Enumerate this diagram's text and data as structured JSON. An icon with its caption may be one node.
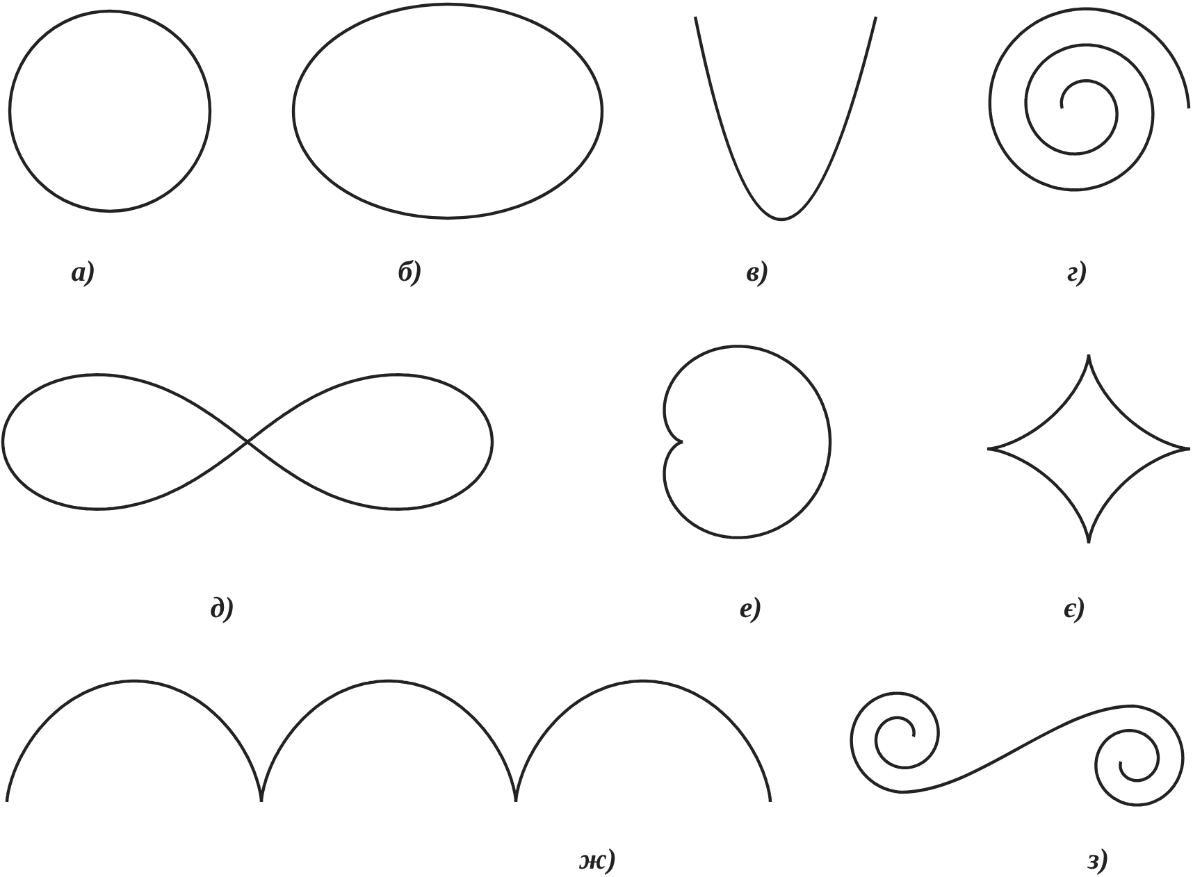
{
  "diagram": {
    "labels": [
      "а)",
      "б)",
      "в)",
      "г)",
      "д)",
      "е)",
      "є)",
      "ж)",
      "з)"
    ]
  }
}
